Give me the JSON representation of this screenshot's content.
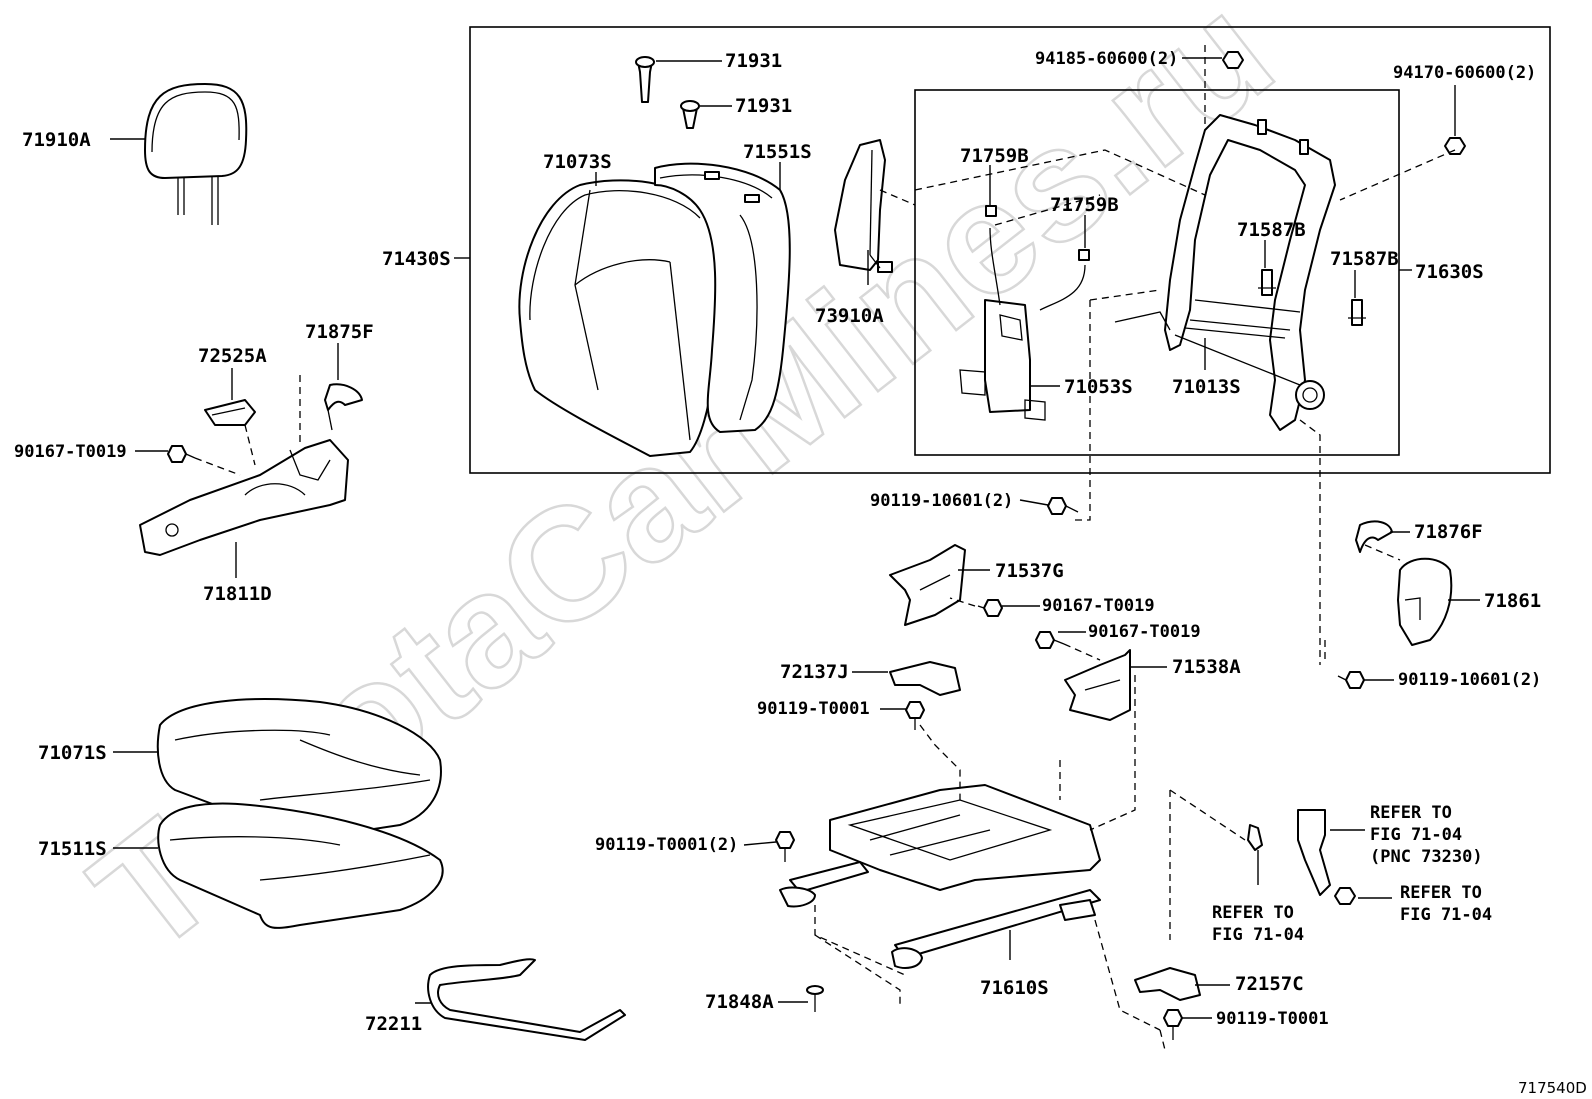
{
  "diagram": {
    "figure_id": "717540D",
    "watermark": "ToyotaCarMines.ru",
    "labels": {
      "p71910A": "71910A",
      "p71931a": "71931",
      "p71931b": "71931",
      "p71073S": "71073S",
      "p71551S": "71551S",
      "p71430S": "71430S",
      "p73910A": "73910A",
      "p94185": "94185-60600(2)",
      "p94170": "94170-60600(2)",
      "p71759Ba": "71759B",
      "p71759Bb": "71759B",
      "p71587Ba": "71587B",
      "p71587Bb": "71587B",
      "p71630S": "71630S",
      "p71053S": "71053S",
      "p71013S": "71013S",
      "p72525A": "72525A",
      "p71875F": "71875F",
      "p90167a": "90167-T0019",
      "p71811D": "71811D",
      "p90119_10601a": "90119-10601(2)",
      "p71537G": "71537G",
      "p90167b": "90167-T0019",
      "p90167c": "90167-T0019",
      "p71876F": "71876F",
      "p71861": "71861",
      "p72137J": "72137J",
      "p71538A": "71538A",
      "p90119_10601b": "90119-10601(2)",
      "p90119_T0001a": "90119-T0001",
      "p71071S": "71071S",
      "p71511S": "71511S",
      "p90119_T0001b": "90119-T0001(2)",
      "p71848A": "71848A",
      "p71610S": "71610S",
      "p72157C": "72157C",
      "p90119_T0001c": "90119-T0001",
      "p72211": "72211",
      "ref1_l1": "REFER TO",
      "ref1_l2": "FIG 71-04",
      "ref1_l3": "(PNC 73230)",
      "ref2_l1": "REFER TO",
      "ref2_l2": "FIG 71-04",
      "ref3_l1": "REFER TO",
      "ref3_l2": "FIG 71-04"
    }
  }
}
